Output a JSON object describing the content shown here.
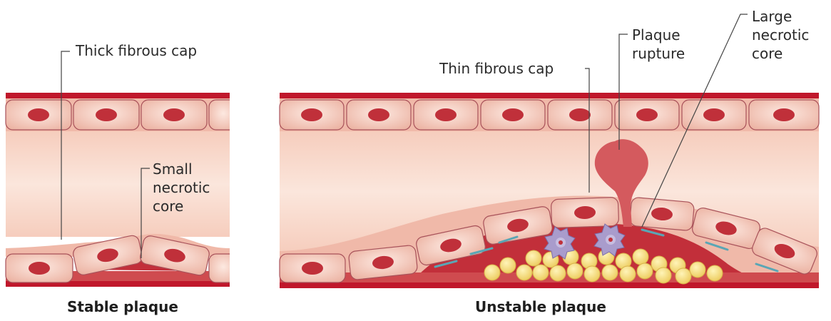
{
  "stable": {
    "caption": "Stable plaque",
    "thick_fibrous_cap": "Thick fibrous cap",
    "small_necrotic_core": [
      "Small",
      "necrotic",
      "core"
    ]
  },
  "unstable": {
    "caption": "Unstable plaque",
    "thin_fibrous_cap": "Thin fibrous cap",
    "plaque_rupture": [
      "Plaque",
      "rupture"
    ],
    "large_necrotic_core": [
      "Large",
      "necrotic",
      "core"
    ]
  },
  "colors": {
    "vessel_wall": "#c0172b",
    "lumen": "#f4c7b6",
    "endothelial_cell": "#f2c1b3",
    "nucleus": "#c0303a",
    "necrotic_core": "#c22f3a",
    "lipid": "#f4d97a",
    "macrophage": "#a99ccc",
    "label_text": "#2a2a2a"
  }
}
